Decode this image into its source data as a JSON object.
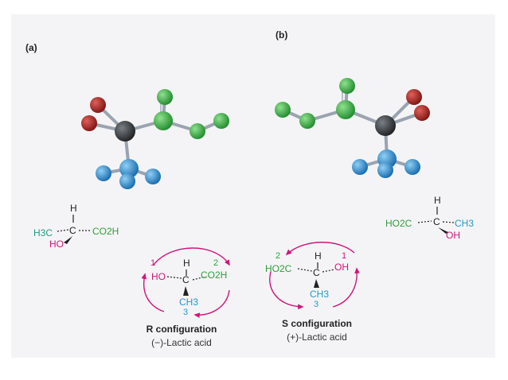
{
  "panels": {
    "a_label": "(a)",
    "b_label": "(b)"
  },
  "formulas": {
    "a": {
      "h": "H",
      "left": "H3C",
      "c": "C",
      "right": "CO2H",
      "bottom": "HO"
    },
    "b": {
      "h": "H",
      "left": "HO2C",
      "c": "C",
      "right": "CH3",
      "bottom": "OH"
    }
  },
  "r_config": {
    "h": "H",
    "c": "C",
    "left": "HO",
    "right": "CO2H",
    "bottom": "CH3",
    "num_left": "1",
    "num_right": "2",
    "num_bottom": "3",
    "title": "R configuration",
    "subtitle": "(−)-Lactic acid"
  },
  "s_config": {
    "h": "H",
    "c": "C",
    "left": "HO2C",
    "right": "OH",
    "bottom": "CH3",
    "num_left": "2",
    "num_right": "1",
    "num_bottom": "3",
    "title": "S configuration",
    "subtitle": "(+)-Lactic acid"
  },
  "colors": {
    "oxygen": "#b0221f",
    "carbon": "#3d4043",
    "green_atom": "#3fb84a",
    "blue_atom": "#2f93d8",
    "magenta": "#d0157b",
    "teal": "#1f9a84",
    "cyan": "#1e9cc9",
    "green_text": "#2e9e3a",
    "black_text": "#222222"
  }
}
